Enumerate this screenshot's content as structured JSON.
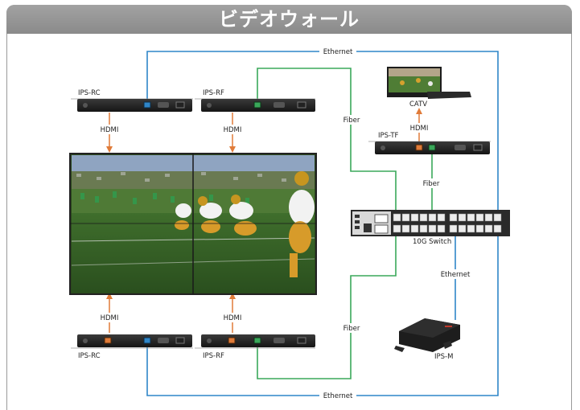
{
  "title": "ビデオウォール",
  "labels": {
    "ethernet_top": "Ethernet",
    "ethernet_bottom": "Ethernet",
    "ethernet_mid": "Ethernet",
    "fiber_top": "Fiber",
    "fiber_bottom": "Fiber",
    "fiber_mid": "Fiber",
    "hdmi_tl": "HDMI",
    "hdmi_tr": "HDMI",
    "hdmi_bl": "HDMI",
    "hdmi_br": "HDMI",
    "hdmi_catv": "HDMI"
  },
  "devices": {
    "ips_rc_top": "IPS-RC",
    "ips_rf_top": "IPS-RF",
    "ips_rc_bottom": "IPS-RC",
    "ips_rf_bottom": "IPS-RF",
    "ips_tf": "IPS-TF",
    "catv": "CATV",
    "switch": "10G Switch",
    "ips_m": "IPS-M"
  },
  "colors": {
    "ethernet": "#2f86c8",
    "fiber": "#3aa85a",
    "hdmi": "#e07b39",
    "title_bar": "#959595"
  }
}
